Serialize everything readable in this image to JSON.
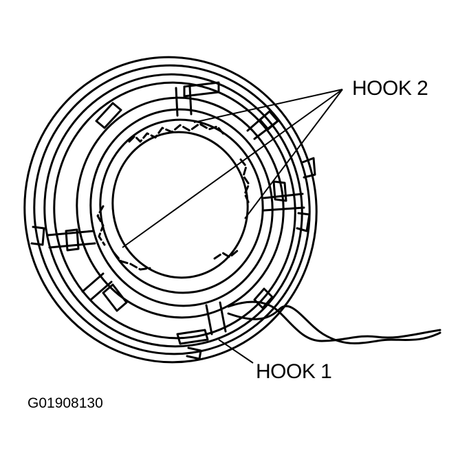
{
  "labels": {
    "hook2": "HOOK 2",
    "hook1": "HOOK 1"
  },
  "figure_code": "G01908130",
  "colors": {
    "line": "#000000",
    "background": "#ffffff"
  }
}
